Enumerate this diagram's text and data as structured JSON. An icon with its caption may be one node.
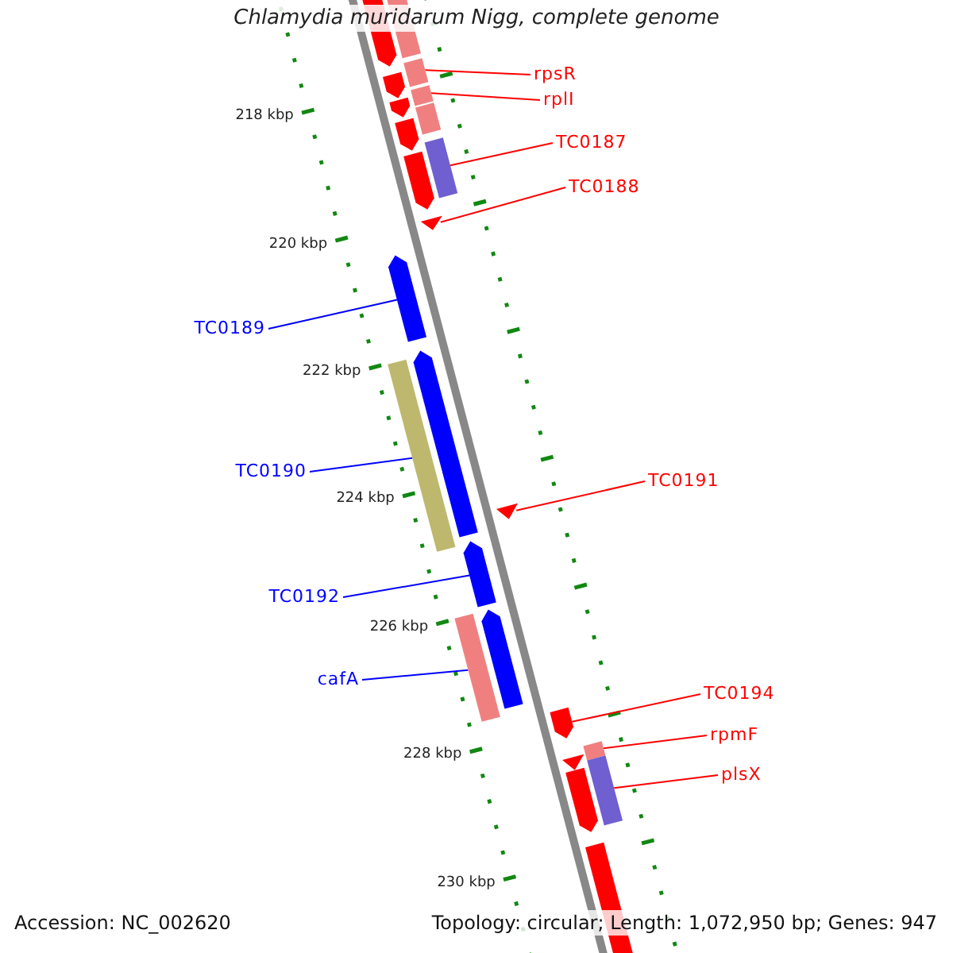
{
  "diagram": {
    "title": "Chlamydia muridarum Nigg, complete genome",
    "nodes": [
      {
        "text": [
          "rpsR"
        ]
      },
      {
        "text": [
          "rplI"
        ]
      },
      {
        "text": [
          "TC0187"
        ]
      },
      {
        "text": [
          "TC0188"
        ]
      },
      {
        "text": [
          "TC0189"
        ]
      },
      {
        "text": [
          "TC0190"
        ]
      },
      {
        "text": [
          "TC0191"
        ]
      },
      {
        "text": [
          "TC0192"
        ]
      },
      {
        "text": [
          "cafA"
        ]
      },
      {
        "text": [
          "TC0194"
        ]
      },
      {
        "text": [
          "rpmF"
        ]
      },
      {
        "text": [
          "plsX"
        ]
      },
      {
        "text": [],
        "shape": "bar"
      },
      {
        "text": [],
        "shape": "bar"
      },
      {
        "text": [],
        "shape": "bar"
      },
      {
        "text": [],
        "shape": "bar"
      },
      {
        "text": [],
        "shape": "bar"
      },
      {
        "text": [],
        "shape": "bar"
      },
      {
        "text": [],
        "shape": "bar"
      },
      {
        "text": [],
        "shape": "bar"
      },
      {
        "text": [],
        "shape": "bar"
      },
      {
        "text": [],
        "shape": "bar"
      },
      {
        "text": [],
        "shape": "bar"
      },
      {
        "text": [],
        "shape": "bar"
      },
      {
        "text": [],
        "shape": "bar"
      },
      {
        "text": [],
        "shape": "bar"
      },
      {
        "text": [],
        "shape": "bar"
      },
      {
        "text": [],
        "shape": "bar"
      },
      {
        "text": [],
        "shape": "bar"
      },
      {
        "text": [],
        "shape": "bar"
      },
      {
        "text": [],
        "shape": "bar"
      },
      {
        "text": [],
        "shape": "bar"
      },
      {
        "text": [],
        "shape": "bar"
      },
      {
        "text": [],
        "shape": "bar"
      },
      {
        "text": [],
        "shape": "bar"
      },
      {
        "text": [],
        "shape": "bar"
      }
    ],
    "edges": [
      {
        "from": 0,
        "to": 14,
        "arrow": "none"
      },
      {
        "from": 1,
        "to": 16,
        "arrow": "none"
      },
      {
        "from": 2,
        "to": 20,
        "arrow": "none"
      },
      {
        "from": 3,
        "to": 22,
        "arrow": "none"
      },
      {
        "from": 4,
        "to": 23,
        "arrow": "none",
        "color": "#0000ff"
      },
      {
        "from": 5,
        "to": 24,
        "arrow": "none",
        "color": "#0000ff"
      },
      {
        "from": 6,
        "to": 26,
        "arrow": "none"
      },
      {
        "from": 7,
        "to": 27,
        "arrow": "none",
        "color": "#0000ff"
      },
      {
        "from": 8,
        "to": 28,
        "arrow": "none",
        "color": "#0000ff"
      },
      {
        "from": 9,
        "to": 30,
        "arrow": "none"
      },
      {
        "from": 10,
        "to": 31,
        "arrow": "none"
      },
      {
        "from": 11,
        "to": 34,
        "arrow": "none"
      }
    ],
    "labels": [
      "218 kbp",
      "220 kbp",
      "222 kbp",
      "224 kbp",
      "226 kbp",
      "228 kbp",
      "230 kbp",
      "Accession: NC_002620",
      "Topology: circular; Length: 1,072,950 bp; Genes: 947"
    ]
  }
}
